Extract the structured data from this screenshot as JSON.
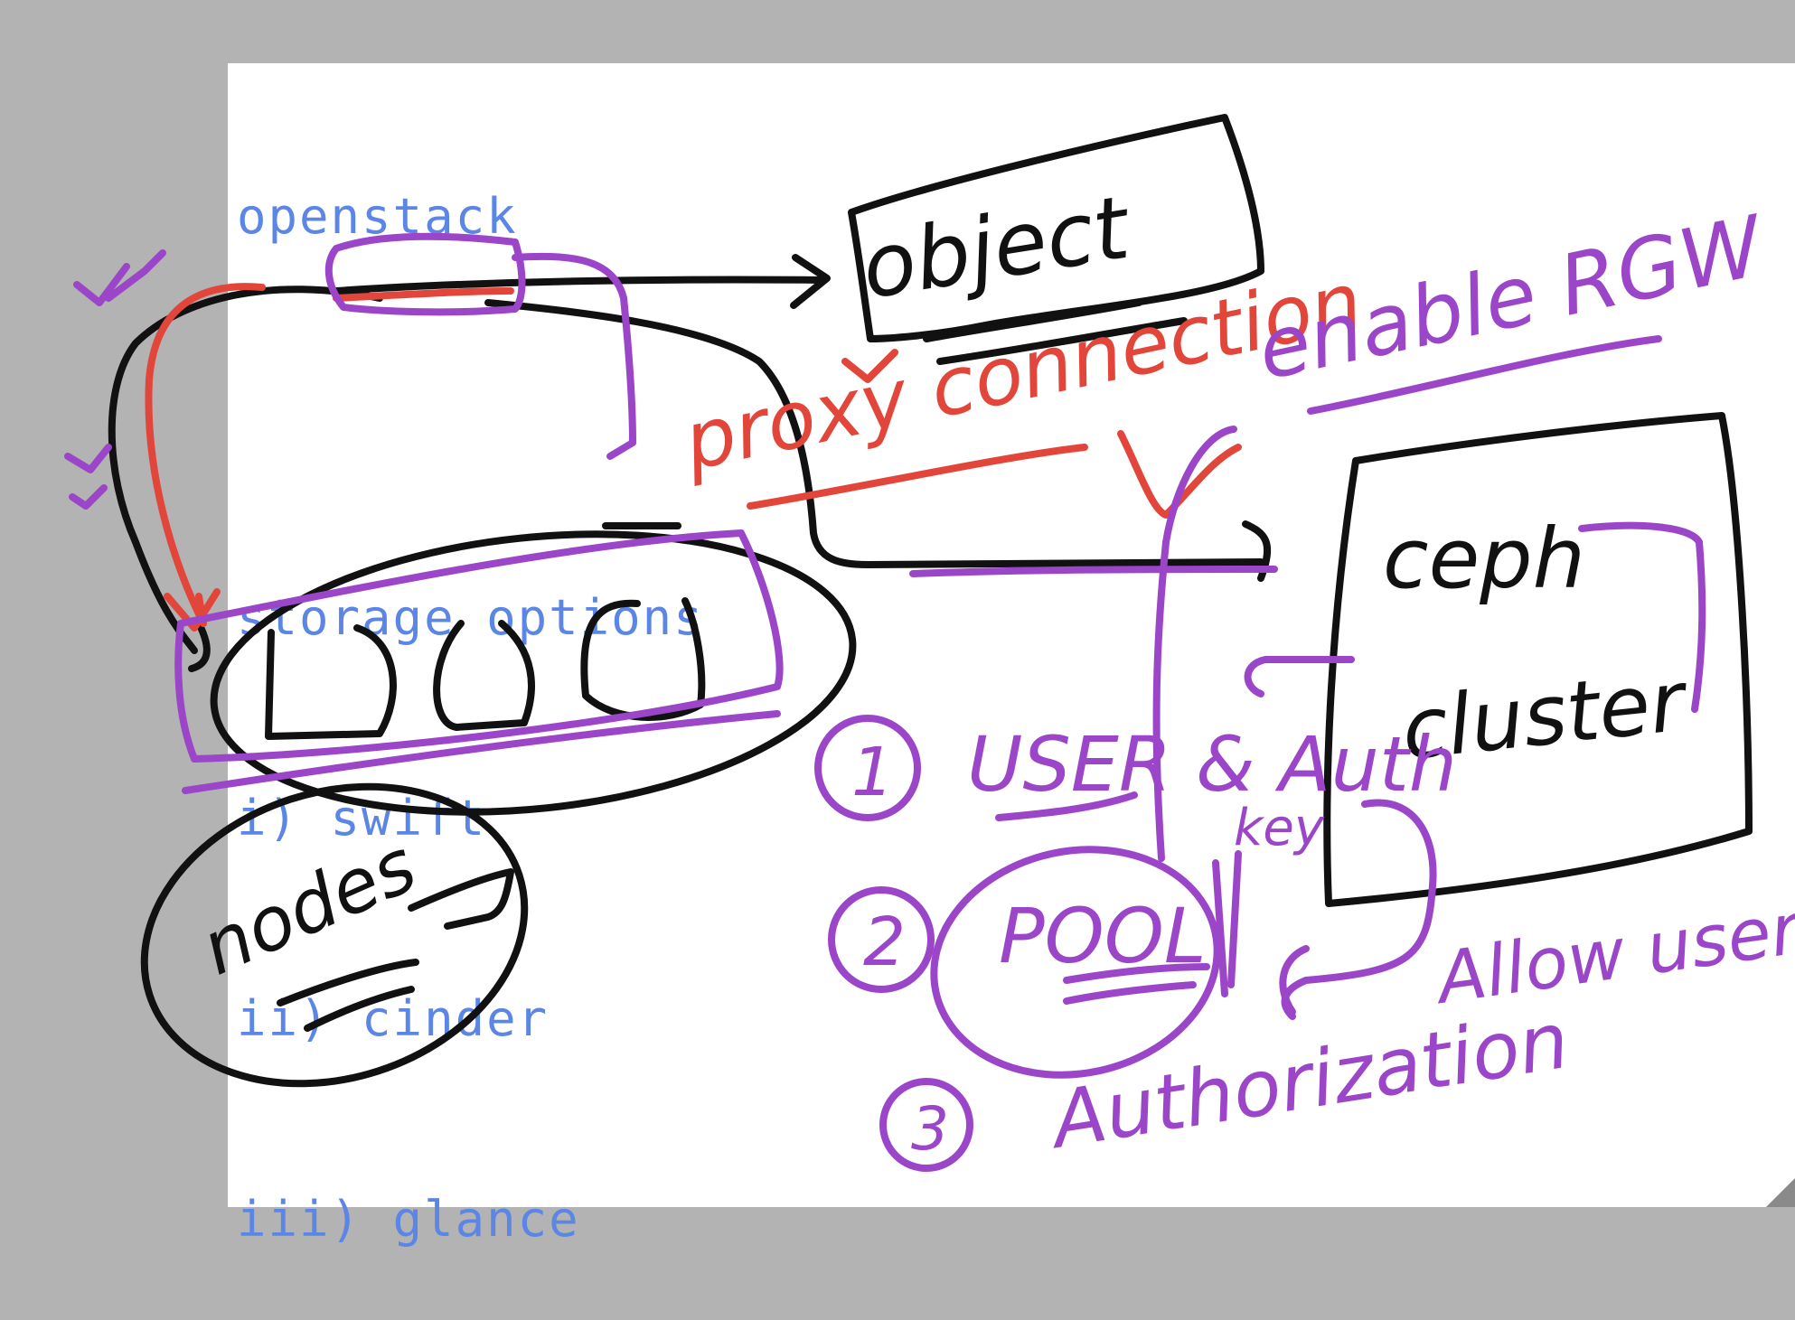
{
  "typed_notes": {
    "title": "openstack",
    "subtitle": "storage options",
    "options": [
      "i) swift",
      "ii) cinder",
      "iii) glance"
    ]
  },
  "handwriting": {
    "object": "object",
    "ceph": "ceph",
    "cluster": "cluster",
    "nodes": "nodes",
    "proxy_connection": "proxy connection",
    "enable_rgw": "enable RGW",
    "user_auth": "USER & Auth",
    "key": "key",
    "pool": "POOL",
    "allow_user": "Allow user",
    "authorization": "Authorization",
    "steps": [
      "1",
      "2",
      "3"
    ]
  },
  "colors": {
    "typed_text": "#5b86e5",
    "black_ink": "#111111",
    "purple_ink": "#9b45c8",
    "red_ink": "#e2463a",
    "background": "#b3b3b3",
    "paper": "#ffffff"
  }
}
